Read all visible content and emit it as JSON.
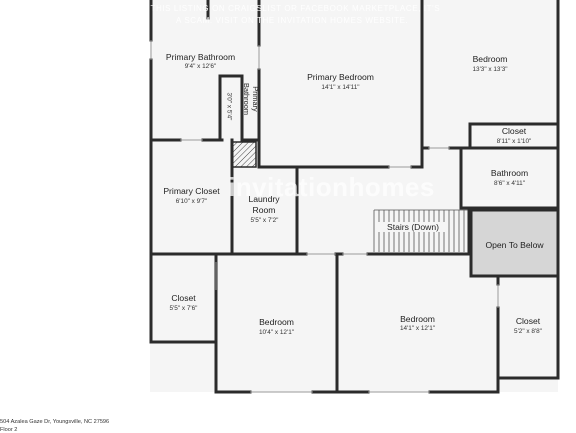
{
  "banner": {
    "line1": "SEE THIS LISTING ON CRAIGSLIST OR FACEBOOK MARKETPLACE, IT'S",
    "line2": "A SCAM. VISIT ON THE INVITATION HOMES WEBSITE."
  },
  "watermark": "invitationhomes",
  "rooms": {
    "primary_bathroom": {
      "name": "Primary Bathroom",
      "dim": "9'4\" x 12'6\""
    },
    "primary_bathroom_small": {
      "name": "Primary Bathroom",
      "dim": "3'0\" x 5'4\""
    },
    "primary_bedroom": {
      "name": "Primary Bedroom",
      "dim": "14'1\" x 14'11\""
    },
    "bedroom_ne": {
      "name": "Bedroom",
      "dim": "13'3\" x 13'3\""
    },
    "closet_ne": {
      "name": "Closet",
      "dim": "8'11\" x 1'10\""
    },
    "primary_closet": {
      "name": "Primary Closet",
      "dim": "6'10\" x 9'7\""
    },
    "laundry": {
      "name": "Laundry Room",
      "dim": "5'5\" x 7'2\""
    },
    "bathroom": {
      "name": "Bathroom",
      "dim": "8'6\" x 4'11\""
    },
    "stairs": {
      "name": "Stairs (Down)"
    },
    "open_below": {
      "name": "Open To Below"
    },
    "closet_sw": {
      "name": "Closet",
      "dim": "5'5\" x 7'6\""
    },
    "bedroom_sw": {
      "name": "Bedroom",
      "dim": "10'4\" x 12'1\""
    },
    "bedroom_s": {
      "name": "Bedroom",
      "dim": "14'1\" x 12'1\""
    },
    "closet_se": {
      "name": "Closet",
      "dim": "5'2\" x 8'8\""
    }
  },
  "footer": {
    "address": "504 Azalea Gaze Dr, Youngsville, NC 27596",
    "floor": "Floor 2"
  },
  "colors": {
    "wall": "#2b2b2b",
    "floor": "#f5f5f5",
    "open_below": "#d6d6d6",
    "banner_text": "#ffffff"
  }
}
